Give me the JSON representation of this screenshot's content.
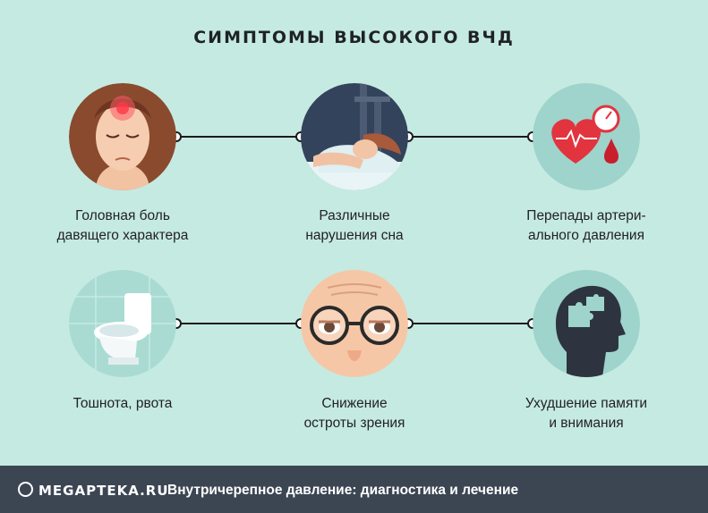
{
  "title": "СИМПТОМЫ ВЫСОКОГО ВЧД",
  "symptoms": [
    {
      "label": "Головная боль\nдавящего характера",
      "icon": "headache-icon"
    },
    {
      "label": "Различные\nнарушения сна",
      "icon": "sleep-disorder-icon"
    },
    {
      "label": "Перепады артери-\nального давления",
      "icon": "blood-pressure-icon"
    },
    {
      "label": "Тошнота, рвота",
      "icon": "toilet-icon"
    },
    {
      "label": "Снижение\nостроты зрения",
      "icon": "vision-icon"
    },
    {
      "label": "Ухудшение памяти\nи внимания",
      "icon": "brain-puzzle-icon"
    }
  ],
  "footer": {
    "brand": "MEGAPTEKA.RU",
    "article": "Внутричерепное давление: диагностика и лечение"
  },
  "colors": {
    "background": "#c5eae2",
    "footer": "#3c4653",
    "accent": "#e2343f"
  }
}
